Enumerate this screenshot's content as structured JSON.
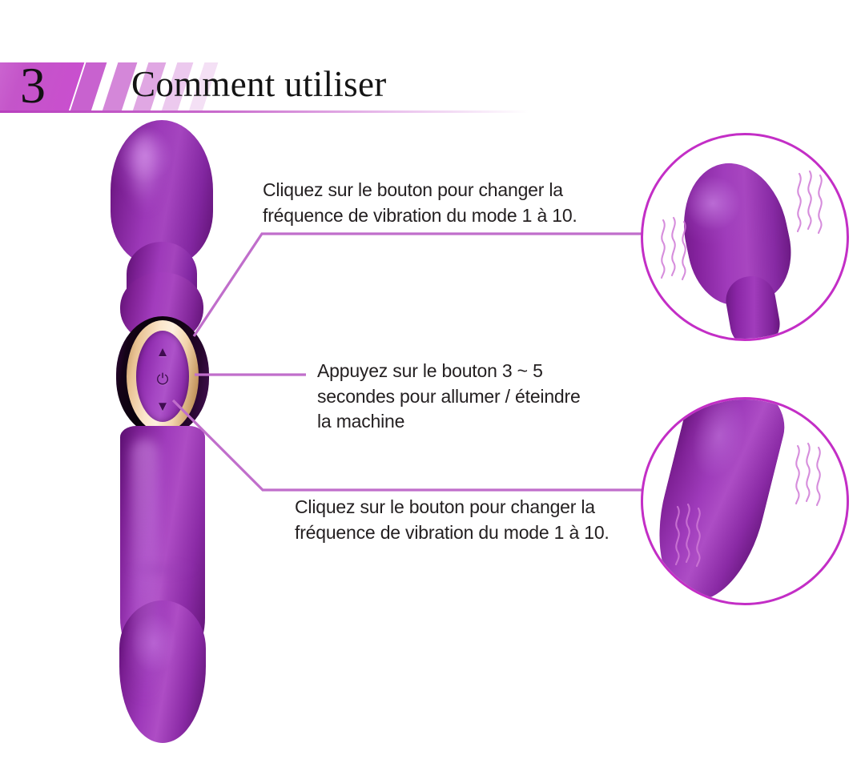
{
  "header": {
    "step_number": "3",
    "title": "Comment utiliser",
    "accent_color": "#c455c9",
    "underline_color": "#b83fbe"
  },
  "device": {
    "name": "massage-wand",
    "body_color": "#8b2ba6",
    "bezel_color": "#0d020f",
    "ring_color": "#f7e0c2",
    "controls": {
      "up_icon": "▲",
      "power_icon": "⏻",
      "down_icon": "▼"
    }
  },
  "callouts": [
    {
      "id": "callout-top",
      "text": "Cliquez sur le bouton pour changer la fréquence de vibration du mode 1 à 10."
    },
    {
      "id": "callout-middle",
      "text": "Appuyez sur le bouton 3 ~ 5 secondes pour allumer / éteindre la machine"
    },
    {
      "id": "callout-bottom",
      "text": "Cliquez sur le bouton pour changer la fréquence de vibration du mode 1 à 10."
    }
  ],
  "insets": [
    {
      "id": "inset-head-detail",
      "subject": "vibrating-head-closeup",
      "border_color": "#c32ec6"
    },
    {
      "id": "inset-shaft-detail",
      "subject": "vibrating-shaft-closeup",
      "border_color": "#c32ec6"
    }
  ],
  "leader_color": "#c06ecb",
  "background_color": "#ffffff"
}
